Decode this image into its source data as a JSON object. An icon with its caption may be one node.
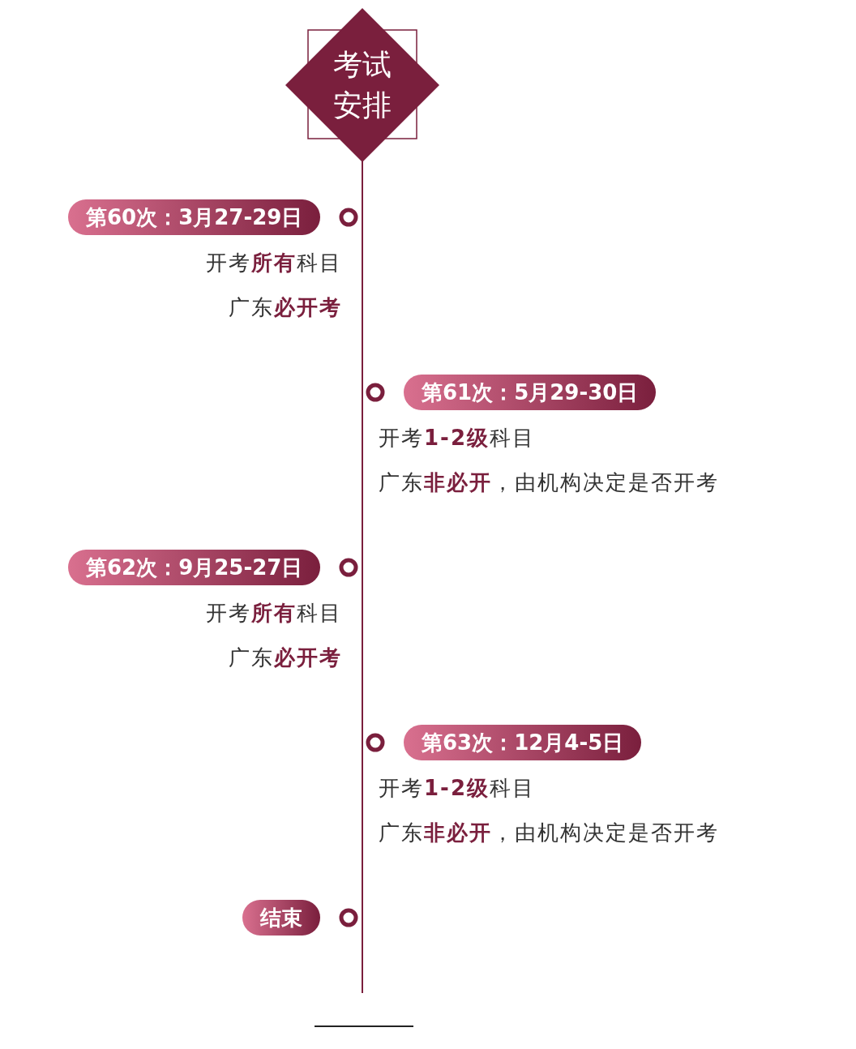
{
  "diagram": {
    "nodes": [
      {
        "text": [
          "考试安排"
        ]
      },
      {
        "text": [
          "第60次：3月27-29日"
        ],
        "beside": [
          "开考**所有**科目",
          "广东**必开考**"
        ]
      },
      {
        "text": [
          "第61次：5月29-30日"
        ],
        "beside": [
          "开考**1-2级**科目",
          "广东**非必开**，由机构决定是否开考"
        ]
      },
      {
        "text": [
          "第62次：9月25-27日"
        ],
        "beside": [
          "开考**所有**科目",
          "广东**必开考**"
        ]
      },
      {
        "text": [
          "第63次：12月4-5日"
        ],
        "beside": [
          "开考**1-2级**科目",
          "广东**非必开**，由机构决定是否开考"
        ]
      },
      {
        "text": [
          "结束"
        ]
      }
    ]
  }
}
